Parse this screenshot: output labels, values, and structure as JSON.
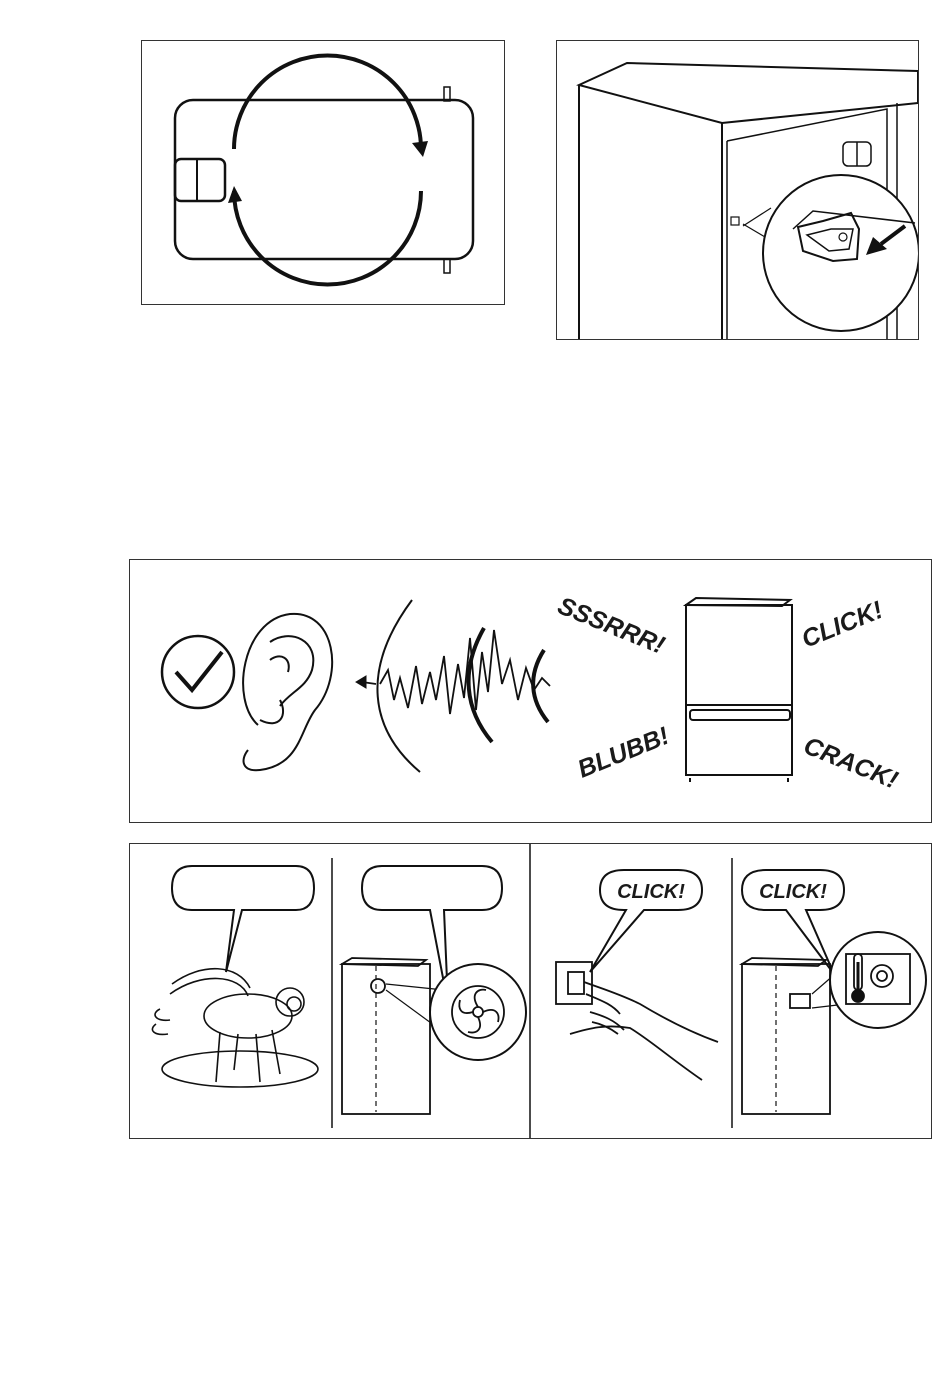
{
  "sounds": {
    "top_left": "SSSRRR!",
    "top_right": "CLICK!",
    "bottom_left": "BLUBB!",
    "bottom_right": "CRACK!"
  },
  "bubbles": {
    "fly": "",
    "fan": "",
    "switch": "CLICK!",
    "thermostat": "CLICK!"
  },
  "icons": {
    "rotation": "rotation-arrows-icon",
    "check": "check-icon"
  }
}
